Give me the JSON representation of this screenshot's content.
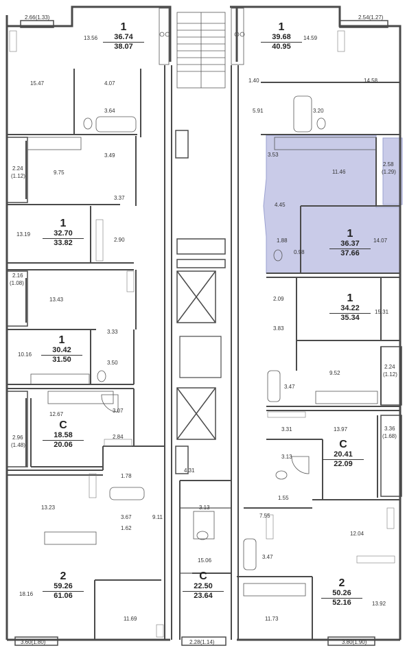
{
  "colors": {
    "wall": "#4a4a4a",
    "wall_fill": "#ffffff",
    "highlight": "#c9cbe8",
    "highlight_line": "#9aa0d0",
    "fixture": "#555555",
    "text": "#222222"
  },
  "apartments": [
    {
      "rooms": "1",
      "area": "36.74",
      "total": "38.07"
    },
    {
      "rooms": "1",
      "area": "39.68",
      "total": "40.95"
    },
    {
      "rooms": "1",
      "area": "32.70",
      "total": "33.82"
    },
    {
      "rooms": "1",
      "area": "36.37",
      "total": "37.66"
    },
    {
      "rooms": "1",
      "area": "34.22",
      "total": "35.34"
    },
    {
      "rooms": "1",
      "area": "30.42",
      "total": "31.50"
    },
    {
      "rooms": "С",
      "area": "18.58",
      "total": "20.06"
    },
    {
      "rooms": "С",
      "area": "20.41",
      "total": "22.09"
    },
    {
      "rooms": "2",
      "area": "59.26",
      "total": "61.06"
    },
    {
      "rooms": "С",
      "area": "22.50",
      "total": "23.64"
    },
    {
      "rooms": "2",
      "area": "50.26",
      "total": "52.16"
    }
  ],
  "room_labels": [
    "2.66(1.33)",
    "13.56",
    "14.59",
    "2.54(1.27)",
    "15.47",
    "4.07",
    "1.40",
    "14.58",
    "3.64",
    "5.91",
    "3.20",
    "3.49",
    "3.53",
    "9.75",
    "2.24",
    "(1.12)",
    "11.46",
    "2.58",
    "(1.29)",
    "3.37",
    "4.45",
    "13.19",
    "2.90",
    "1.88",
    "14.07",
    "0.98",
    "2.16",
    "(1.08)",
    "13.43",
    "2.09",
    "15.31",
    "3.83",
    "3.33",
    "10.16",
    "3.50",
    "9.52",
    "2.24",
    "(1.12)",
    "3.47",
    "12.67",
    "3.07",
    "13.97",
    "3.31",
    "3.36",
    "(1.68)",
    "2.96",
    "(1.48)",
    "2.84",
    "3.13",
    "1.78",
    "4.31",
    "1.55",
    "13.23",
    "3.13",
    "7.55",
    "3.67",
    "9.11",
    "1.62",
    "12.04",
    "3.47",
    "15.06",
    "18.16",
    "13.92",
    "11.69",
    "11.73",
    "3.60(1.80)",
    "2.28(1.14)",
    "3.80(1.90)"
  ]
}
